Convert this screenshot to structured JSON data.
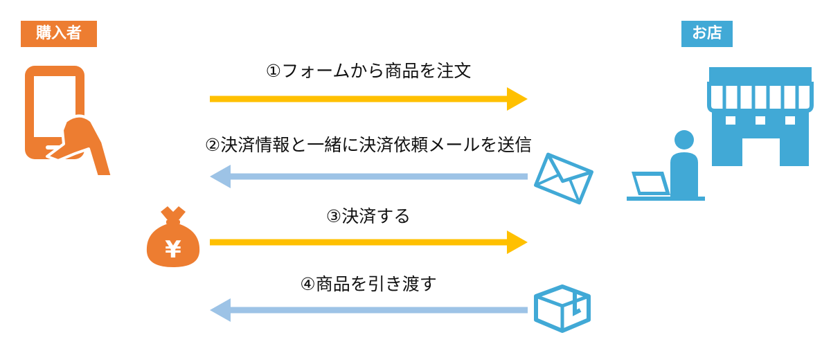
{
  "actors": {
    "buyer": {
      "label": "購入者",
      "color": "#ed7d31"
    },
    "shop": {
      "label": "お店",
      "color": "#41a9d6"
    }
  },
  "steps": [
    {
      "label": "①フォームから商品を注文",
      "direction": "to-shop",
      "color": "#ffc000"
    },
    {
      "label": "②決済情報と一緒に決済依頼メールを送信",
      "direction": "to-buyer",
      "color": "#9dc3e6"
    },
    {
      "label": "③決済する",
      "direction": "to-shop",
      "color": "#ffc000"
    },
    {
      "label": "④商品を引き渡す",
      "direction": "to-buyer",
      "color": "#9dc3e6"
    }
  ],
  "icons": {
    "buyer": "smartphone-hand-icon",
    "shop": "storefront-icon",
    "clerk": "clerk-laptop-icon",
    "mail": "envelope-icon",
    "money": "yen-money-bag-icon",
    "package": "package-box-icon"
  },
  "money_symbol": "¥"
}
